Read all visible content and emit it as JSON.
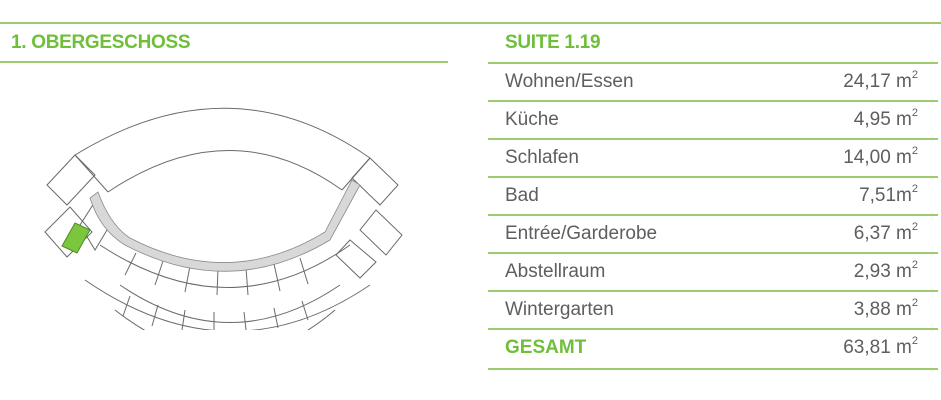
{
  "left_section": {
    "title": "1. OBERGESCHOSS",
    "floor_plan": {
      "highlighted_unit_color": "#7cc63e",
      "corridor_color": "#d8d8d8"
    }
  },
  "right_section": {
    "title": "SUITE 1.19",
    "rooms": [
      {
        "label": "Wohnen/Essen",
        "value": "24,17 m",
        "unit_sup": "2"
      },
      {
        "label": "Küche",
        "value": "4,95 m",
        "unit_sup": "2"
      },
      {
        "label": "Schlafen",
        "value": "14,00 m",
        "unit_sup": "2"
      },
      {
        "label": "Bad",
        "value": "7,51m",
        "unit_sup": "2"
      },
      {
        "label": "Entrée/Garderobe",
        "value": "6,37 m",
        "unit_sup": "2"
      },
      {
        "label": "Abstellraum",
        "value": "2,93 m",
        "unit_sup": "2"
      },
      {
        "label": "Wintergarten",
        "value": "3,88 m",
        "unit_sup": "2"
      }
    ],
    "total": {
      "label": "GESAMT",
      "value": "63,81 m",
      "unit_sup": "2"
    }
  },
  "colors": {
    "accent_green": "#6fbf3a",
    "rule_green": "#8cc152",
    "text_gray": "#5e5e5e"
  }
}
